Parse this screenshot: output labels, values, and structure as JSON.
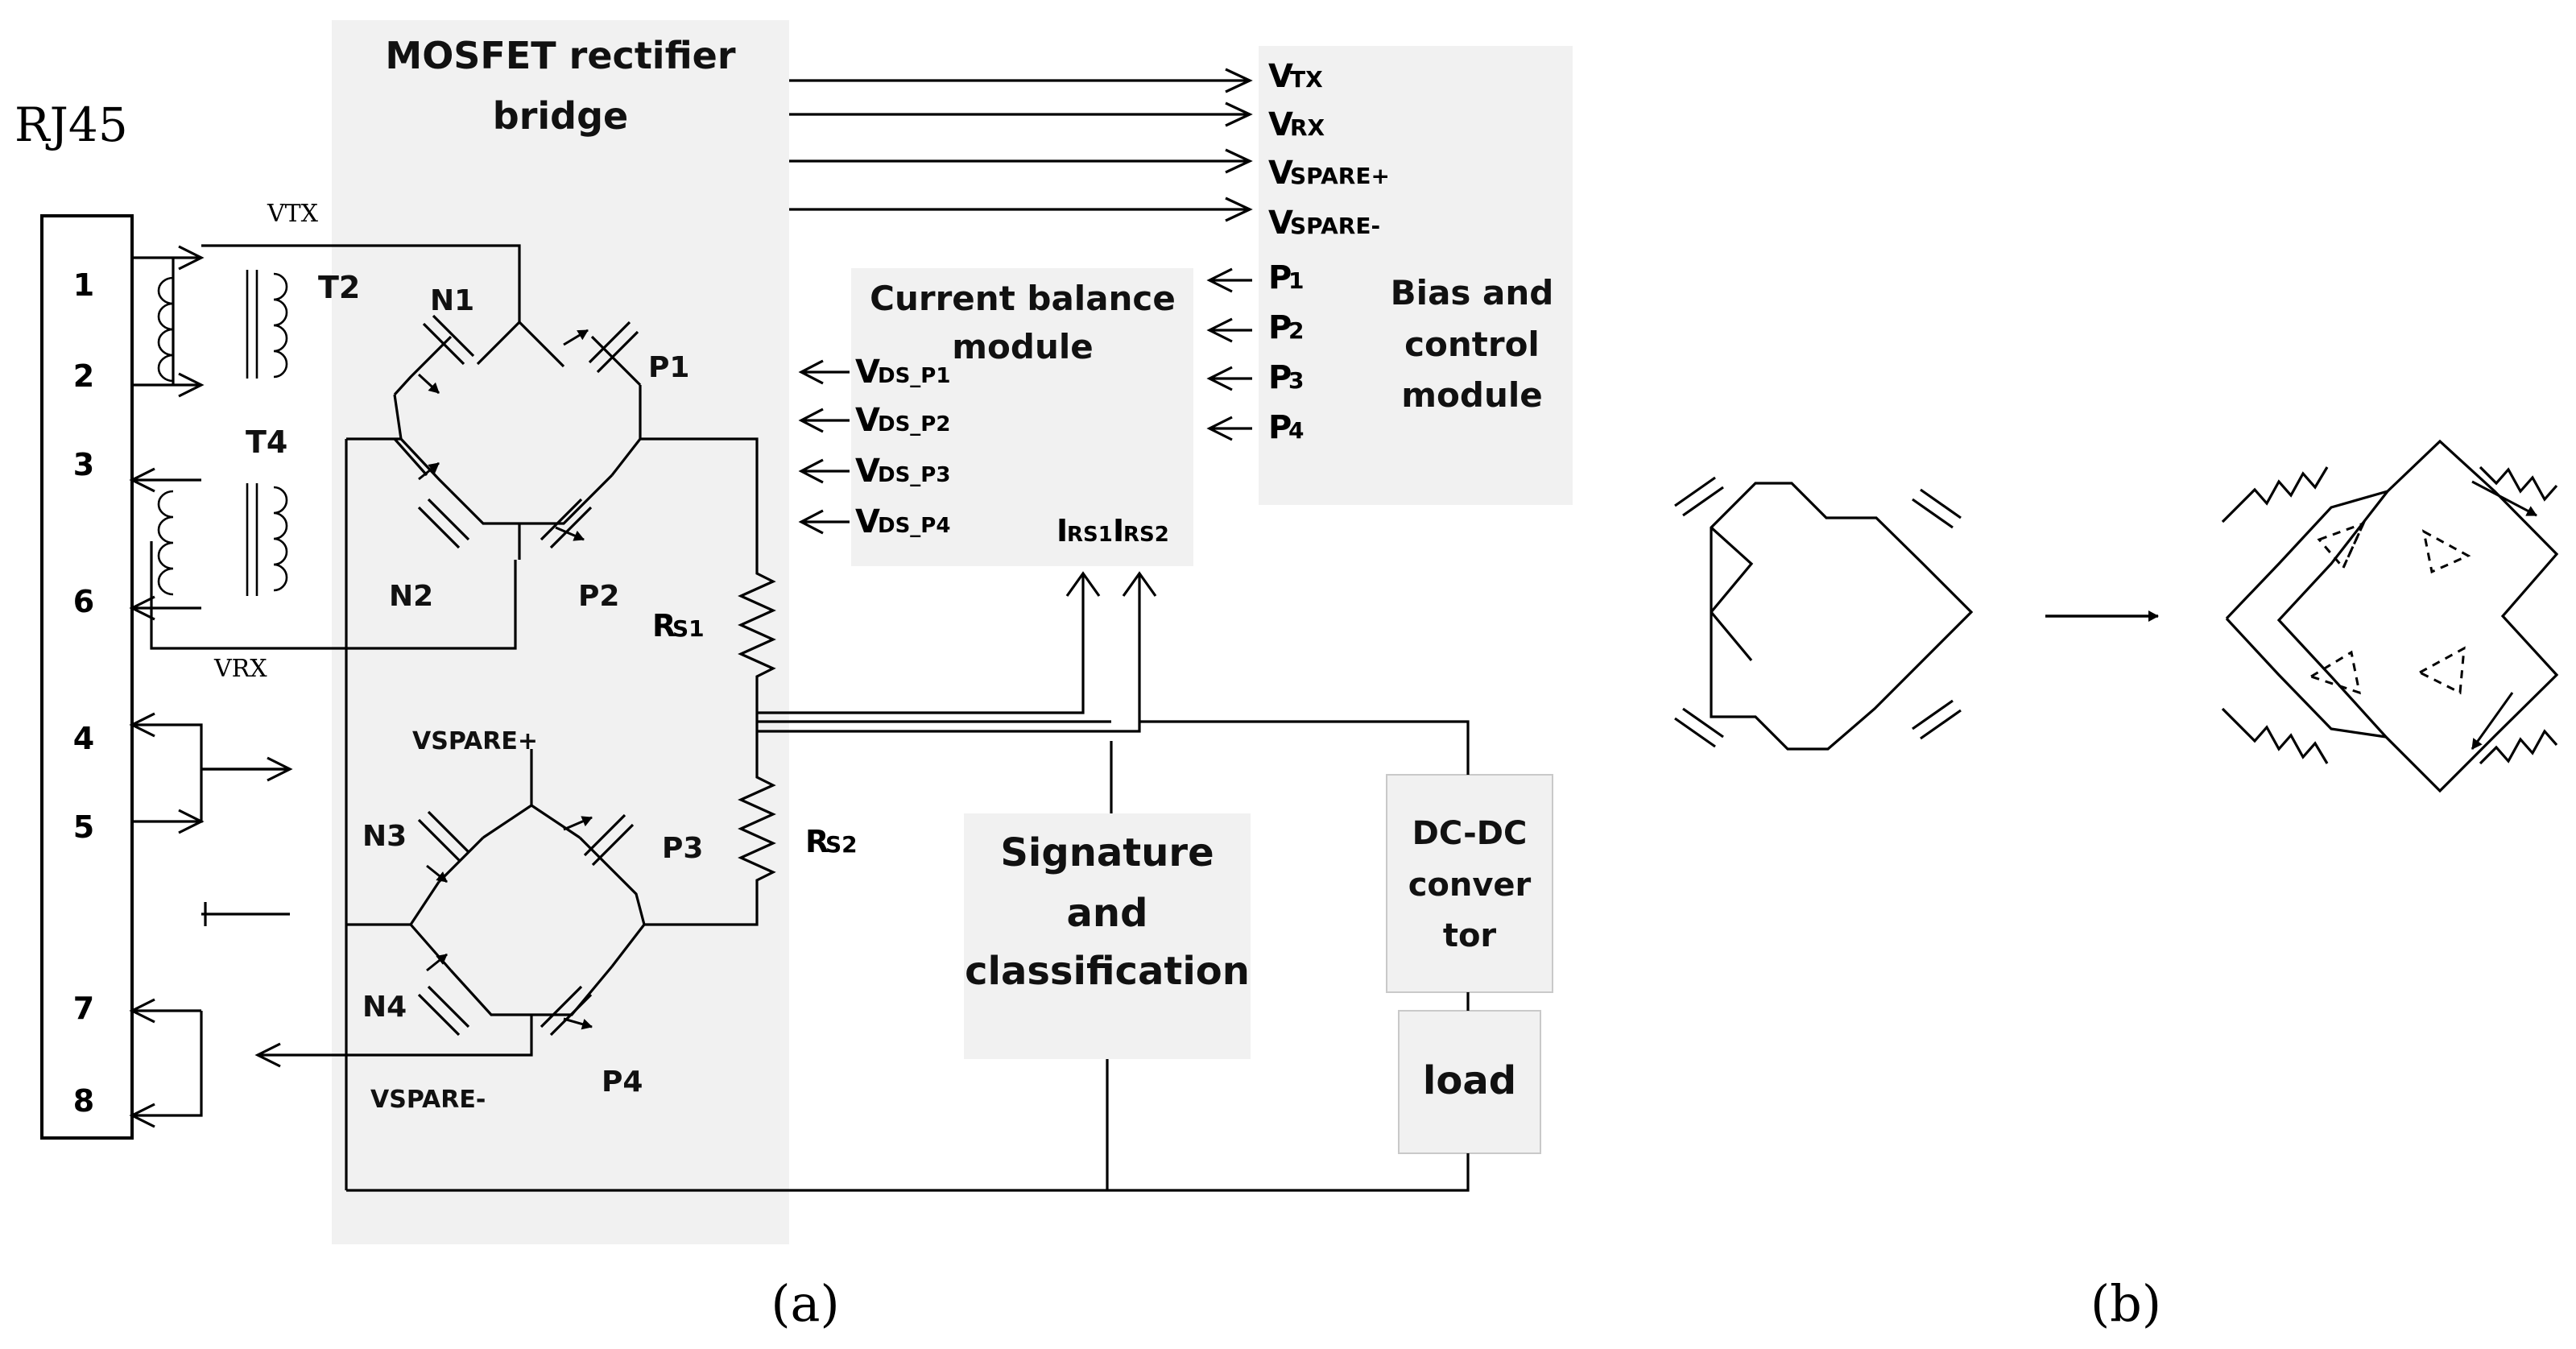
{
  "connector": {
    "title": "RJ45",
    "pins": [
      "1",
      "2",
      "3",
      "6",
      "4",
      "5",
      "7",
      "8"
    ]
  },
  "transformers": {
    "t2": "T2",
    "t4": "T4"
  },
  "lines": {
    "vtx": "VTX",
    "vrx": "VRX",
    "vspare_plus": "VSPARE+",
    "vspare_minus": "VSPARE-"
  },
  "rectifier": {
    "title_line1": "MOSFET rectifier",
    "title_line2": "bridge"
  },
  "mosfets": {
    "n1": "N1",
    "n2": "N2",
    "p1": "P1",
    "p2": "P2",
    "n3": "N3",
    "n4": "N4",
    "p3": "P3",
    "p4": "P4"
  },
  "resistors": {
    "rs1": {
      "main": "R",
      "sub": "S1"
    },
    "rs2": {
      "main": "R",
      "sub": "S2"
    }
  },
  "current_balance": {
    "title_line1": "Current balance",
    "title_line2": "module",
    "inputs": [
      {
        "main": "V",
        "sub": "DS_P1"
      },
      {
        "main": "V",
        "sub": "DS_P2"
      },
      {
        "main": "V",
        "sub": "DS_P3"
      },
      {
        "main": "V",
        "sub": "DS_P4"
      }
    ],
    "irs1": {
      "main": "I",
      "sub": "RS1"
    },
    "irs2": {
      "main": "I",
      "sub": "RS2"
    }
  },
  "bias_control": {
    "title_line1": "Bias and",
    "title_line2": "control",
    "title_line3": "module",
    "outputs": [
      {
        "main": "V",
        "sub": "TX"
      },
      {
        "main": "V",
        "sub": "RX"
      },
      {
        "main": "V",
        "sub": "SPARE+"
      },
      {
        "main": "V",
        "sub": "SPARE-"
      }
    ],
    "inputs": [
      {
        "main": "P",
        "sub": "1"
      },
      {
        "main": "P",
        "sub": "2"
      },
      {
        "main": "P",
        "sub": "3"
      },
      {
        "main": "P",
        "sub": "4"
      }
    ]
  },
  "signature": {
    "line1": "Signature",
    "line2": "and",
    "line3": "classification"
  },
  "dcdc": {
    "line1": "DC-DC",
    "line2": "conver",
    "line3": "tor"
  },
  "load": {
    "label": "load"
  },
  "captions": {
    "a": "(a)",
    "b": "(b)"
  }
}
